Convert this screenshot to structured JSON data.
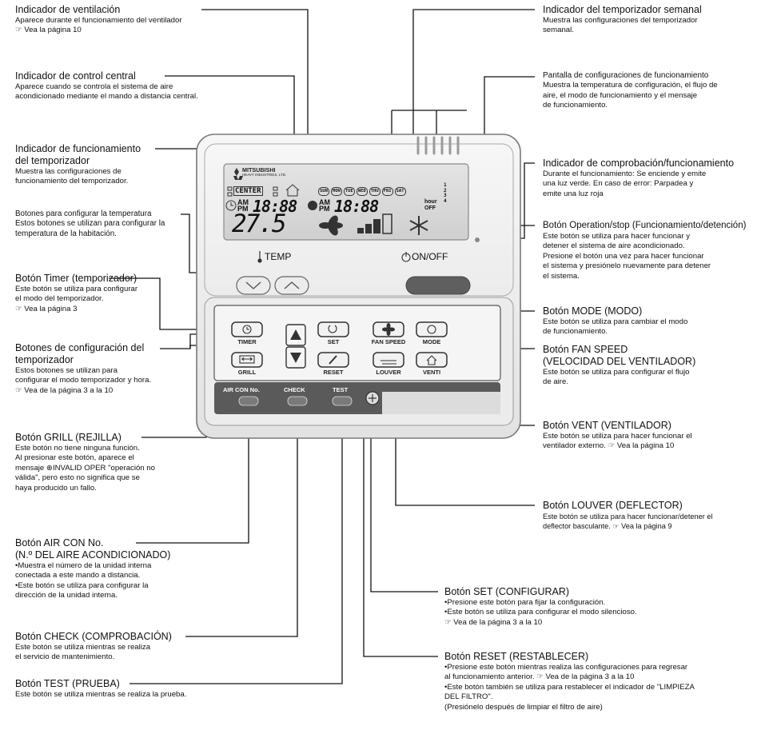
{
  "labels": {
    "venti_indicator": {
      "title": [
        "Indicador de ventilación"
      ],
      "desc": [
        "Aparece durante el funcionamiento del ventilador",
        "☞ Vea la página 10"
      ]
    },
    "central_indicator": {
      "title": [
        "Indicador de control central"
      ],
      "desc": [
        "Aparece cuando se controla el sistema de aire",
        "acondicionado mediante el mando a distancia central."
      ]
    },
    "timer_indicator": {
      "title": [
        "Indicador de funcionamiento",
        "del temporizador"
      ],
      "desc": [
        "Muestra las configuraciones de",
        "funcionamiento del temporizador."
      ]
    },
    "temp_buttons": {
      "title": [
        "Botones para configurar la temperatura"
      ],
      "desc": [
        "Estos botones se utilizan para configurar la",
        "temperatura de la habitación."
      ]
    },
    "timer_button": {
      "title": [
        "Botón Timer (temporizador)"
      ],
      "desc": [
        "Este botón se utiliza para configurar",
        "el modo del temporizador.",
        "☞ Vea la página 3"
      ]
    },
    "timer_setting_buttons": {
      "title": [
        "Botones de configuración del",
        "temporizador"
      ],
      "desc": [
        "Estos botones se utilizan para",
        "configurar el modo temporizador y hora.",
        "☞ Vea de la página 3 a la 10"
      ]
    },
    "grill_button": {
      "title": [
        "Botón GRILL (REJILLA)"
      ],
      "desc": [
        "Este botón no tiene ninguna función.",
        "Al presionar este botón, aparece el",
        "mensaje ⊕INVALID OPER \"operación no",
        "válida\", pero esto no significa que se",
        "haya producido un fallo."
      ]
    },
    "aircon_button": {
      "title": [
        "Botón AIR CON No.",
        "(N.º DEL AIRE ACONDICIONADO)"
      ],
      "desc": [
        "•Muestra el número de la unidad interna",
        " conectada a este mando a distancia.",
        "•Este botón se utiliza para configurar la",
        " dirección de la unidad interna."
      ]
    },
    "check_button": {
      "title": [
        "Botón CHECK (COMPROBACIÓN)"
      ],
      "desc": [
        "Este botón se utiliza mientras se realiza",
        "el servicio de mantenimiento."
      ]
    },
    "test_button": {
      "title": [
        "Botón TEST (PRUEBA)"
      ],
      "desc": [
        "Este botón se utiliza mientras se realiza la prueba."
      ]
    },
    "weekly_timer": {
      "title": [
        "Indicador del temporizador semanal"
      ],
      "desc": [
        "Muestra las configuraciones del temporizador",
        "semanal."
      ]
    },
    "operation_display": {
      "title": [
        "Pantalla de configuraciones de funcionamiento"
      ],
      "desc": [
        "Muestra la temperatura de configuración, el flujo de",
        "aire, el modo de funcionamiento y el mensaje",
        "de funcionamiento."
      ]
    },
    "check_indicator": {
      "title": [
        "Indicador de comprobación/funcionamiento"
      ],
      "desc": [
        "Durante el funcionamiento: Se enciende y emite",
        "una luz verde. En caso de error: Parpadea y",
        "emite una luz roja"
      ]
    },
    "onoff_button": {
      "title": [
        "Botón Operation/stop (Funcionamiento/detención)"
      ],
      "desc": [
        "Este botón se utiliza para hacer funcionar y",
        "detener el sistema de aire acondicionado.",
        "Presione el botón una vez para hacer funcionar",
        "el sistema y presiónelo nuevamente para detener",
        "el sistema."
      ]
    },
    "mode_button": {
      "title": [
        "Botón MODE (MODO)"
      ],
      "desc": [
        "Este botón se utiliza para cambiar el modo",
        "de funcionamiento."
      ]
    },
    "fanspeed_button": {
      "title": [
        "Botón FAN SPEED",
        "(VELOCIDAD DEL VENTILADOR)"
      ],
      "desc": [
        "Este botón se utiliza para configurar el flujo",
        "de aire."
      ]
    },
    "vent_button": {
      "title": [
        "Botón VENT (VENTILADOR)"
      ],
      "desc": [
        "Este botón se utiliza para hacer funcionar el",
        "ventilador externo.  ☞  Vea la página 10"
      ]
    },
    "louver_button": {
      "title": [
        "Botón LOUVER (DEFLECTOR)"
      ],
      "desc": [
        "Este botón se utiliza para hacer funcionar/detener el",
        "deflector basculante.  ☞  Vea la página 9"
      ]
    },
    "set_button": {
      "title": [
        "Botón SET (CONFIGURAR)"
      ],
      "desc": [
        "•Presione este botón para fijar la configuración.",
        "•Este botón se utiliza para configurar el modo silencioso.",
        "☞ Vea de la página 3 a la 10"
      ]
    },
    "reset_button": {
      "title": [
        "Botón RESET (RESTABLECER)"
      ],
      "desc": [
        "•Presione este botón mientras realiza las configuraciones para regresar",
        " al funcionamiento anterior.  ☞ Vea de la página 3 a la 10",
        "•Este botón también se utiliza para restablecer el indicador de \"LIMPIEZA",
        " DEL FILTRO\".",
        " (Presiónelo después de limpiar el filtro de aire)"
      ]
    }
  },
  "device": {
    "brand": "MITSUBISHI",
    "brand_sub": "HEAVY INDUSTRIES, LTD.",
    "lcd": {
      "center": "CENTER",
      "days": [
        "SUN",
        "MON",
        "TUE",
        "WED",
        "THU",
        "FRI",
        "SAT"
      ],
      "day_nums": [
        "1",
        "2",
        "3",
        "4"
      ],
      "am": "AM",
      "pm": "PM",
      "time1": "18:88",
      "time2": "18:88",
      "hour": "hour",
      "off": "OFF",
      "temp": "27.5"
    },
    "temp_label": "TEMP",
    "onoff_label": "ON/OFF",
    "buttons": {
      "timer": "TIMER",
      "grill": "GRILL",
      "set": "SET",
      "reset": "RESET",
      "fan_speed": "FAN SPEED",
      "mode": "MODE",
      "louver": "LOUVER",
      "venti": "VENTI",
      "aircon": "AIR CON No.",
      "check": "CHECK",
      "test": "TEST"
    }
  }
}
